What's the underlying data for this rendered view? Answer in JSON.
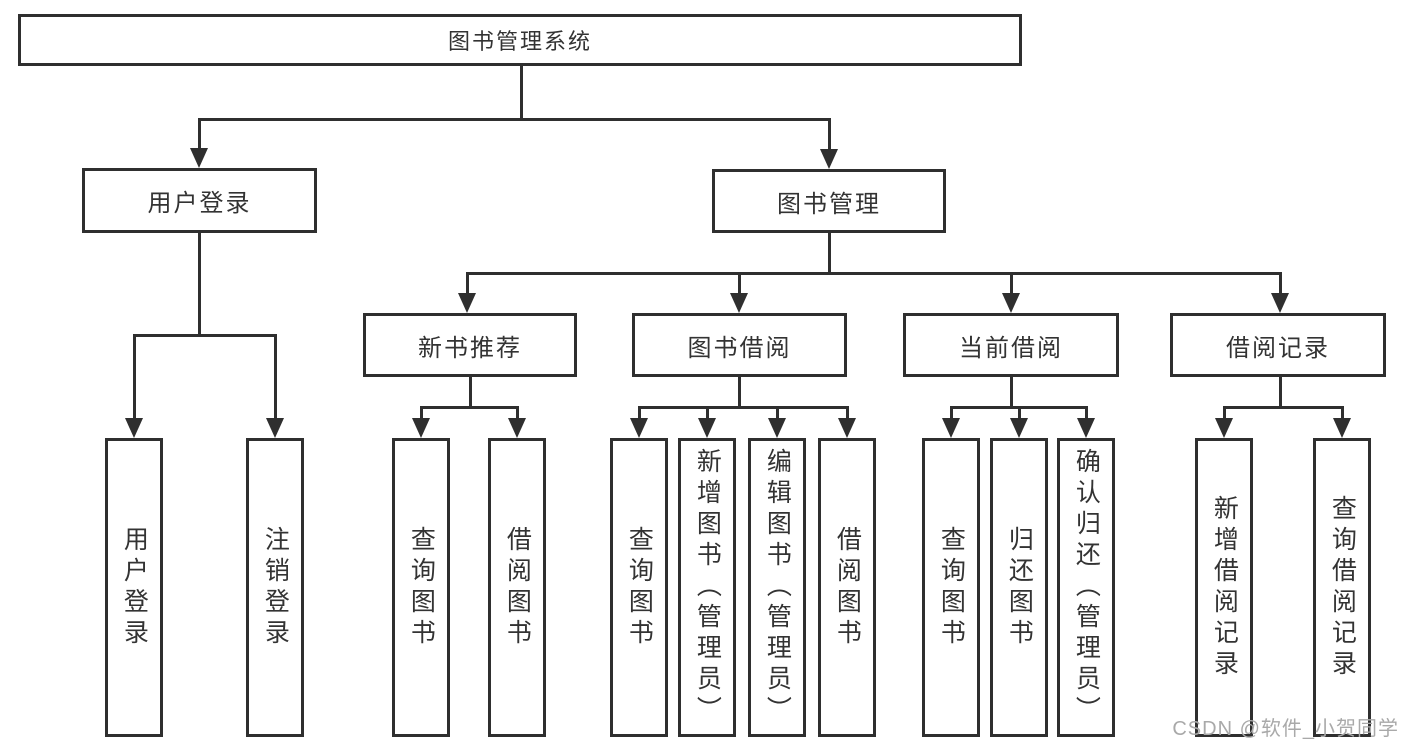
{
  "tree": {
    "root": {
      "label": "图书管理系统"
    },
    "branches": [
      {
        "label": "用户登录",
        "children": [
          {
            "label": "用户登录"
          },
          {
            "label": "注销登录"
          }
        ]
      },
      {
        "label": "图书管理",
        "children": [
          {
            "label": "新书推荐",
            "children": [
              {
                "label": "查询图书"
              },
              {
                "label": "借阅图书"
              }
            ]
          },
          {
            "label": "图书借阅",
            "children": [
              {
                "label": "查询图书"
              },
              {
                "label": "新增图书（管理员）"
              },
              {
                "label": "编辑图书（管理员）"
              },
              {
                "label": "借阅图书"
              }
            ]
          },
          {
            "label": "当前借阅",
            "children": [
              {
                "label": "查询图书"
              },
              {
                "label": "归还图书"
              },
              {
                "label": "确认归还（管理员）"
              }
            ]
          },
          {
            "label": "借阅记录",
            "children": [
              {
                "label": "新增借阅记录"
              },
              {
                "label": "查询借阅记录"
              }
            ]
          }
        ]
      }
    ]
  },
  "watermark": {
    "text": "CSDN @软件_小贺同学"
  },
  "colors": {
    "line": "#2f2f2f",
    "text": "#333333",
    "background": "#ffffff",
    "watermark": "#a9a9a9"
  }
}
